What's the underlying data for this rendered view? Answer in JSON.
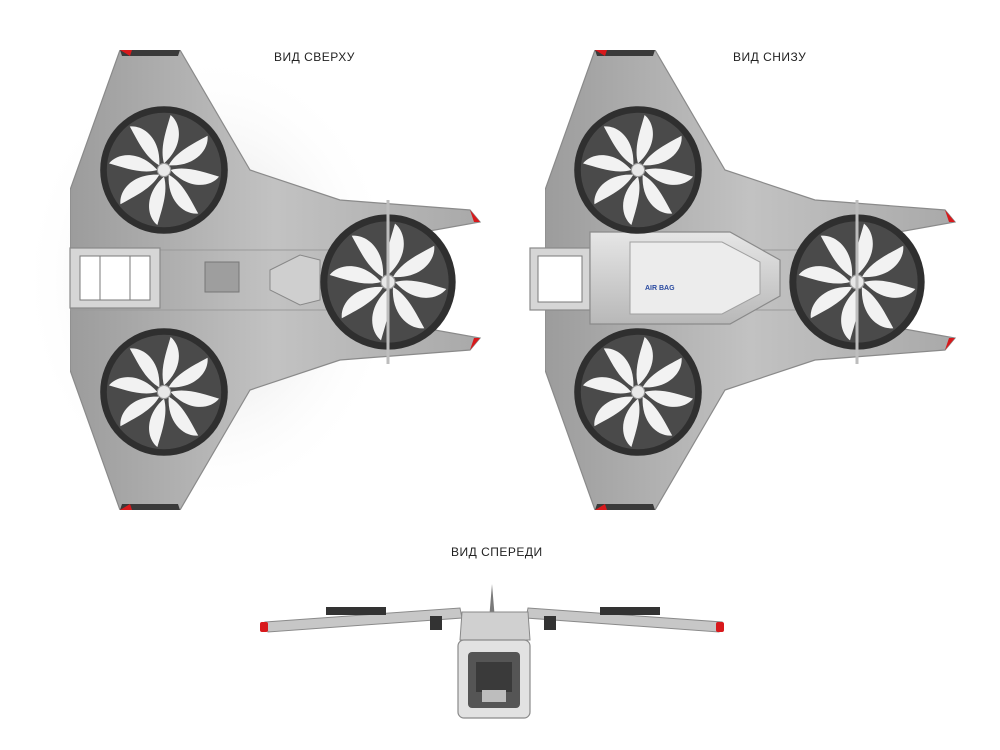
{
  "labels": {
    "top_view": "ВИД СВЕРХУ",
    "bottom_view": "ВИД СНИЗУ",
    "front_view": "ВИД СПЕРЕДИ"
  },
  "decal": {
    "text": "AIR BAG"
  },
  "colors": {
    "body": "#b7b7b7",
    "body_dark": "#8f8f8f",
    "duct": "#3d3d3d",
    "blade": "#f4f4f4",
    "accent_red": "#d8191c"
  },
  "icons": {
    "rotor": "rotor-icon"
  }
}
